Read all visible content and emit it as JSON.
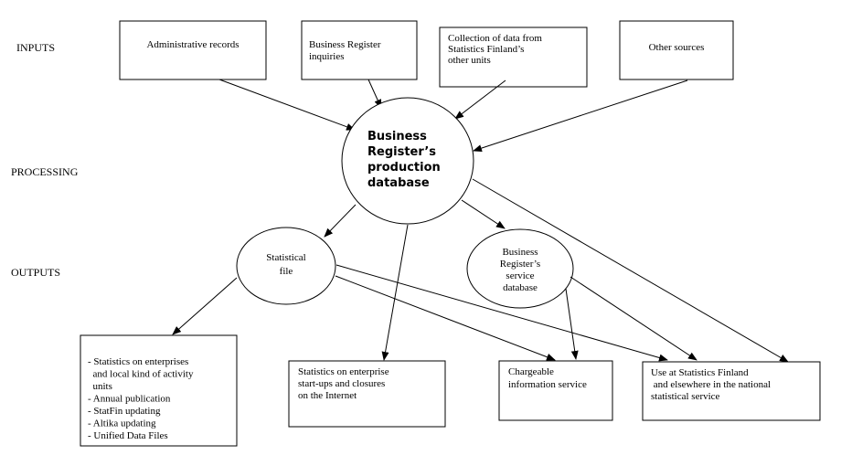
{
  "row_labels": {
    "inputs": "INPUTS",
    "processing": "PROCESSING",
    "outputs": "OUTPUTS"
  },
  "inputs": {
    "admin_records": [
      "Administrative records"
    ],
    "br_inquiries": [
      "Business Register",
      "inquiries"
    ],
    "stat_finland": [
      "Collection of data from",
      "Statistics Finland’s",
      "other units"
    ],
    "other_sources": [
      "Other sources"
    ]
  },
  "processing": {
    "production_db": [
      "Business",
      "Register’s",
      "production",
      "database"
    ]
  },
  "intermediate": {
    "statistical_file": [
      "Statistical",
      "file"
    ],
    "service_db": [
      "Business",
      "Register’s",
      "service",
      "database"
    ]
  },
  "outputs": {
    "statistics_list": [
      "- Statistics on enterprises",
      "  and local kind of activity",
      "  units",
      "- Annual publication",
      "- StatFin updating",
      "- Altika updating",
      "- Unified Data Files"
    ],
    "startups": [
      "Statistics on enterprise",
      "start-ups and closures",
      "on the Internet"
    ],
    "chargeable": [
      "Chargeable",
      "information service"
    ],
    "use_stat_finland": [
      "Use at Statistics Finland",
      " and elsewhere in the national",
      "statistical service"
    ]
  },
  "colors": {
    "line": "#000000",
    "background": "#ffffff"
  }
}
